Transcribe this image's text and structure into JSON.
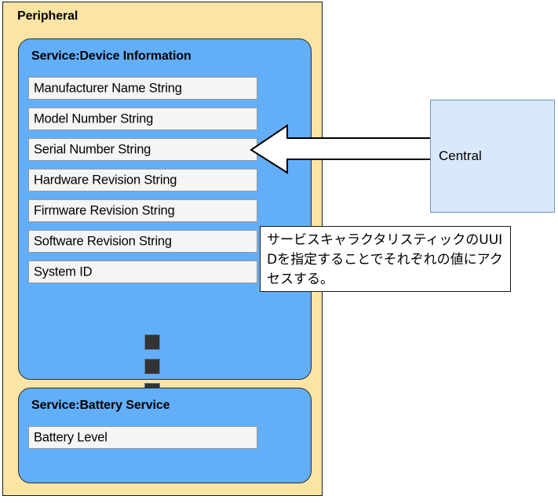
{
  "diagram": {
    "type": "ble-gatt-structure",
    "peripheral": {
      "title": "Peripheral",
      "fill_color": "#FCE5A4",
      "services": [
        {
          "title": "Service:Device Information",
          "fill_color": "#63AEF8",
          "characteristics": [
            "Manufacturer Name String",
            "Model Number String",
            "Serial Number String",
            "Hardware Revision String",
            "Firmware Revision String",
            "Software Revision String",
            "System ID"
          ],
          "more_indicator": "vertical-ellipsis"
        },
        {
          "title": "Service:Battery Service",
          "fill_color": "#63AEF8",
          "characteristics": [
            "Battery Level"
          ]
        }
      ]
    },
    "central": {
      "label": "Central",
      "fill_color": "#DAE8FC",
      "border_color": "#7193BC"
    },
    "connection": {
      "arrow_label": "",
      "direction": "central-to-peripheral",
      "points_at": "Serial Number String",
      "fill_color": "#FFFFFF",
      "border_color": "#000000"
    },
    "note": {
      "text": "サービスキャラクタリスティックのUUIDを指定することでそれぞれの値にアクセスする。",
      "fill_color": "#FFFFFF",
      "border_color": "#000000"
    }
  }
}
